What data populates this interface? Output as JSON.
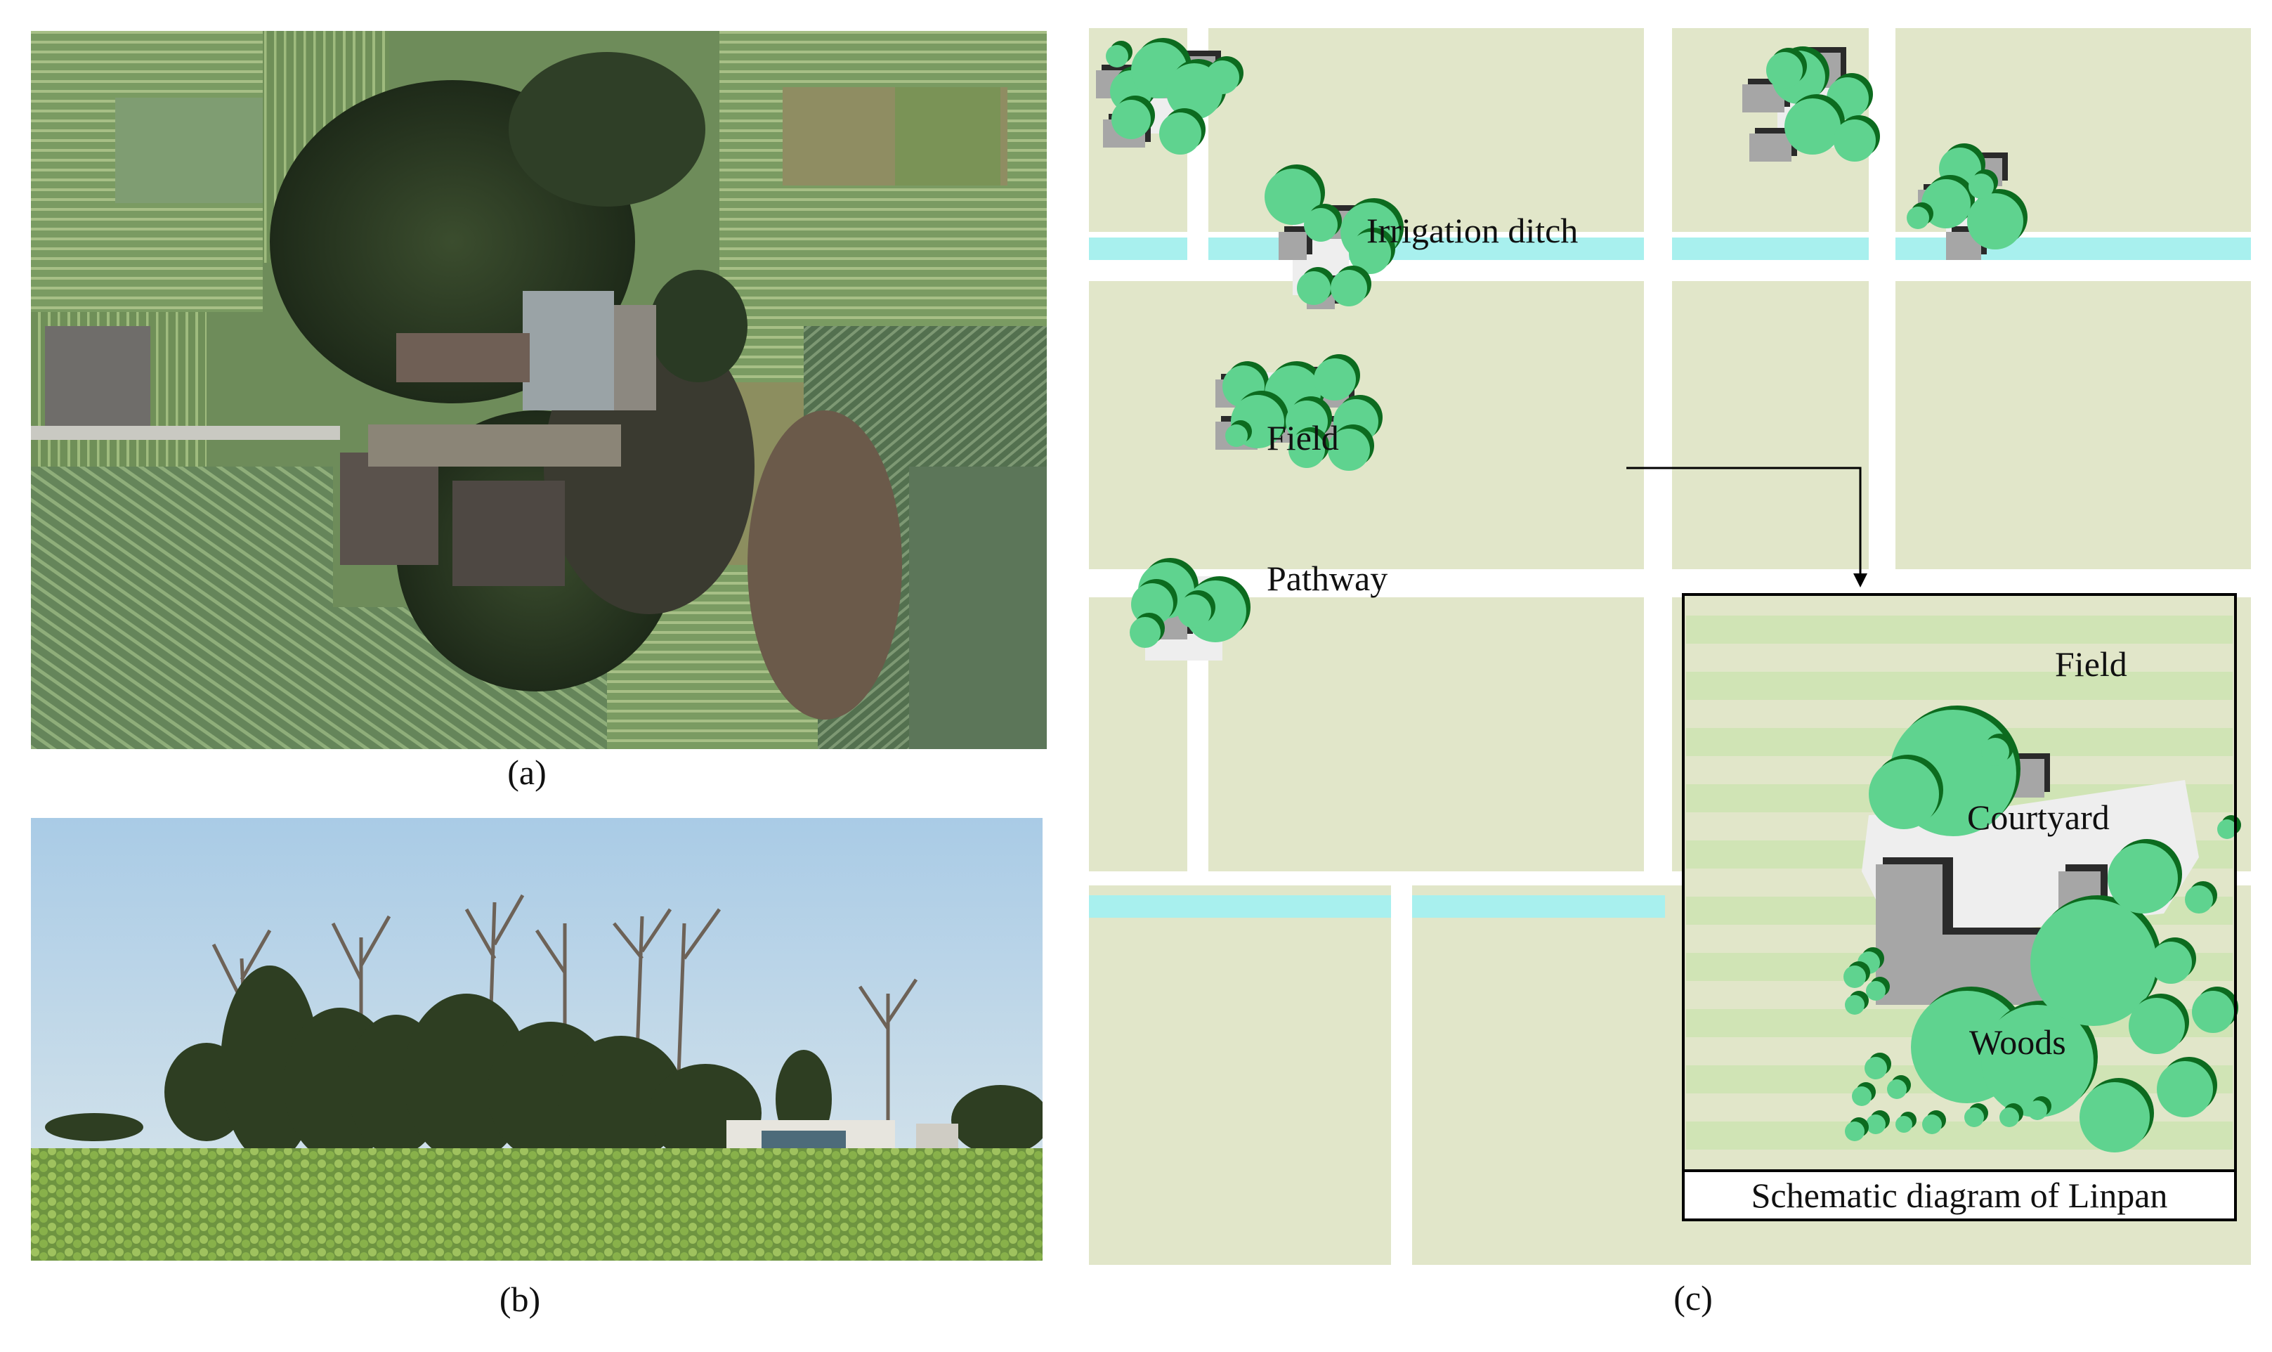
{
  "captions": {
    "a": "(a)",
    "b": "(b)",
    "c": "(c)"
  },
  "schematic": {
    "labels": {
      "irrigation_ditch": "Irrigation ditch",
      "field_main": "Field",
      "pathway": "Pathway",
      "field_inset": "Field",
      "courtyard": "Courtyard",
      "woods": "Woods"
    },
    "inset_title": "Schematic diagram of Linpan"
  },
  "colors": {
    "field": "#e1e6c9",
    "path": "#ffffff",
    "ditch": "#a8f0ee",
    "tree": "#5fd38f",
    "tree_shadow": "#0c6b1f",
    "building": "#a6a6a6",
    "building_shadow": "#2a2a2a",
    "courtyard": "#eeeeee",
    "inset_stripe": "#d0e4b5"
  }
}
